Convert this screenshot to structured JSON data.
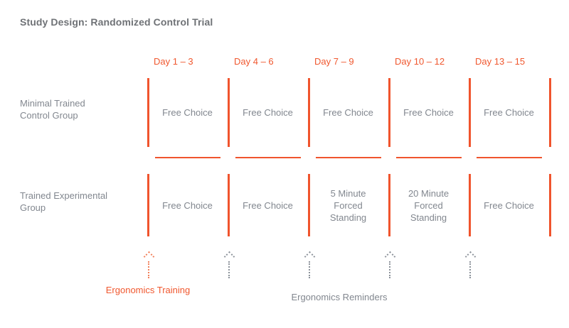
{
  "title": "Study Design: Randomized Control Trial",
  "timeline": {
    "day_labels": [
      "Day 1 – 3",
      "Day 4 – 6",
      "Day 7 – 9",
      "Day 10 – 12",
      "Day 13 – 15"
    ]
  },
  "groups": [
    {
      "label": "Minimal Trained Control Group",
      "cells": [
        "Free Choice",
        "Free Choice",
        "Free Choice",
        "Free Choice",
        "Free Choice"
      ]
    },
    {
      "label": "Trained Experimental Group",
      "cells": [
        "Free Choice",
        "Free Choice",
        "5 Minute Forced Standing",
        "20 Minute Forced Standing",
        "Free Choice"
      ]
    }
  ],
  "annotations": {
    "training": "Ergonomics Training",
    "reminders": "Ergonomics Reminders",
    "arrows": [
      "ergonomics-training-arrow",
      "reminder-arrow",
      "reminder-arrow",
      "reminder-arrow",
      "reminder-arrow"
    ]
  },
  "colors": {
    "accent_orange": "#f0542d",
    "label_gray": "#82878f",
    "title_gray": "#6f7276",
    "arrow_gray": "#8d939b",
    "arrow_orange": "#f2815c"
  }
}
